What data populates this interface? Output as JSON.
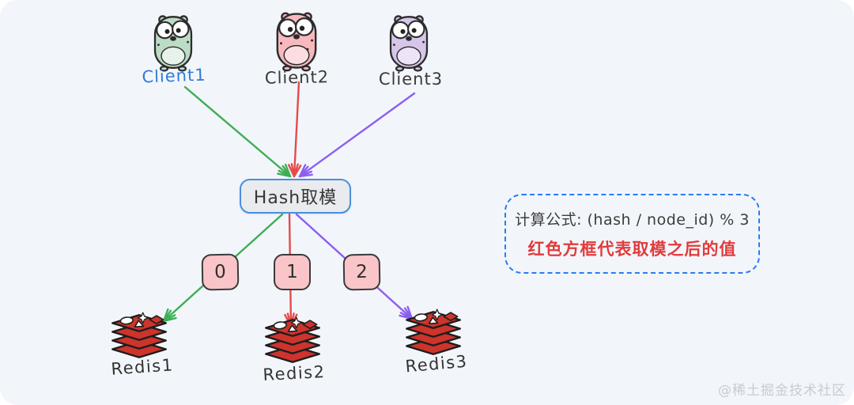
{
  "page": {
    "background": "#ffffff",
    "canvas_background": "#f2f6fb"
  },
  "clients": [
    {
      "label": "Client1",
      "label_color": "#2f7bd9",
      "body_color": "#bddcc5",
      "belly_color": "#e7f3ea",
      "arrow_color": "#3fae54"
    },
    {
      "label": "Client2",
      "label_color": "#3a3a3a",
      "body_color": "#f7b9be",
      "belly_color": "#fcdee1",
      "arrow_color": "#e64a4a"
    },
    {
      "label": "Client3",
      "label_color": "#3a3a3a",
      "body_color": "#d6c6e9",
      "belly_color": "#eee4f8",
      "arrow_color": "#8b5ef2"
    }
  ],
  "hash_node": {
    "label": "Hash取模",
    "border_color": "#4a8ede",
    "fill_color": "#e9ebee"
  },
  "mod_boxes": [
    {
      "value": "0",
      "fill_color": "#f9c5c8",
      "border_color": "#3a3a3a"
    },
    {
      "value": "1",
      "fill_color": "#f9c5c8",
      "border_color": "#3a3a3a"
    },
    {
      "value": "2",
      "fill_color": "#f9c5c8",
      "border_color": "#3a3a3a"
    }
  ],
  "redis_nodes": [
    {
      "label": "Redis1"
    },
    {
      "label": "Redis2"
    },
    {
      "label": "Redis3"
    }
  ],
  "redis_style": {
    "layer_color": "#cc342c",
    "outline_color": "#1d1d1d"
  },
  "note": {
    "formula": "计算公式: (hash / node_id) % 3",
    "legend": "红色方框代表取模之后的值",
    "formula_color": "#3c3c3c",
    "legend_color": "#e23b3b",
    "border_color": "#2b7cef"
  },
  "watermark": {
    "text": "@稀土掘金技术社区",
    "color": "#c6cbd4"
  }
}
